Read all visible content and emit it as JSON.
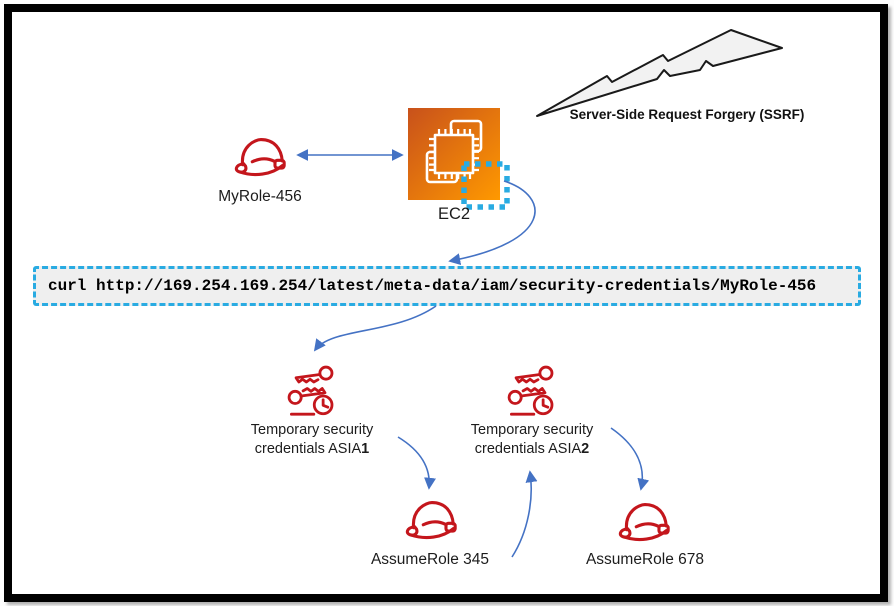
{
  "diagram": {
    "kind": "aws-ssrf-attack-flow",
    "nodes": {
      "myrole": {
        "label": "MyRole-456",
        "icon": "iam-role-hat-icon"
      },
      "ec2": {
        "label": "EC2",
        "icon": "ec2-chip-icon"
      },
      "metadata_highlight": {
        "icon": "dotted-selection-square"
      },
      "ssrf_attack": {
        "label": "Server-Side Request Forgery (SSRF)",
        "icon": "lightning-bolt-icon"
      },
      "curl_command": {
        "text": "curl http://169.254.169.254/latest/meta-data/iam/security-credentials/MyRole-456"
      },
      "temp_creds_1": {
        "line1": "Temporary security",
        "line2": "credentials ASIA",
        "line2_bold": "1",
        "icon": "temporary-credentials-icon"
      },
      "temp_creds_2": {
        "line1": "Temporary security",
        "line2": "credentials ASIA",
        "line2_bold": "2",
        "icon": "temporary-credentials-icon"
      },
      "assume_role_345": {
        "label": "AssumeRole 345",
        "icon": "iam-role-hat-icon"
      },
      "assume_role_678": {
        "label": "AssumeRole 678",
        "icon": "iam-role-hat-icon"
      }
    },
    "edges": [
      {
        "from": "myrole",
        "to": "ec2",
        "style": "double-headed-arrow"
      },
      {
        "from": "ec2-metadata-highlight",
        "to": "curl_command",
        "style": "curved-arrow"
      },
      {
        "from": "curl_command",
        "to": "temp_creds_1",
        "style": "curved-arrow"
      },
      {
        "from": "temp_creds_1",
        "to": "assume_role_345",
        "style": "curved-arrow"
      },
      {
        "from": "assume_role_345",
        "to": "temp_creds_2",
        "style": "curved-arrow"
      },
      {
        "from": "temp_creds_2",
        "to": "assume_role_678",
        "style": "curved-arrow"
      }
    ],
    "colors": {
      "arrow_blue": "#4472C4",
      "icon_red": "#C4161C",
      "highlight_cyan": "#29ABE2",
      "ec2_gradient_start": "#C8511B",
      "ec2_gradient_end": "#FF9900",
      "code_background": "#EFEFEF",
      "bolt_fill": "#F2F2F2",
      "frame_black": "#000000"
    }
  }
}
